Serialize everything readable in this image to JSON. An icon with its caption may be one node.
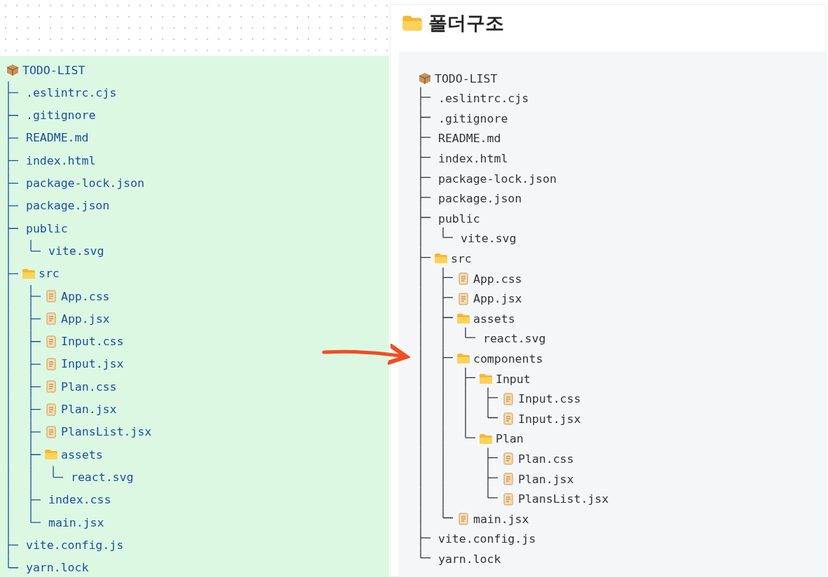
{
  "diagram": {
    "nodes": [
      {
        "text": [
          "TODO-LIST",
          ".eslintrc.cjs",
          ".gitignore",
          "README.md",
          "index.html",
          "package-lock.json",
          "package.json",
          "public",
          "vite.svg",
          "src",
          "App.css",
          "App.jsx",
          "Input.css",
          "Input.jsx",
          "Plan.css",
          "Plan.jsx",
          "PlansList.jsx",
          "assets",
          "react.svg",
          "index.css",
          "main.jsx",
          "vite.config.js",
          "yarn.lock"
        ]
      },
      {
        "text": [
          "폴더구조",
          "TODO-LIST",
          ".eslintrc.cjs",
          ".gitignore",
          "README.md",
          "index.html",
          "package-lock.json",
          "package.json",
          "public",
          "vite.svg",
          "src",
          "App.css",
          "App.jsx",
          "assets",
          "react.svg",
          "components",
          "Input",
          "Input.css",
          "Input.jsx",
          "Plan",
          "Plan.css",
          "Plan.jsx",
          "PlansList.jsx",
          "main.jsx",
          "vite.config.js",
          "yarn.lock"
        ]
      }
    ],
    "edges": [
      {
        "from": 0,
        "to": 1,
        "arrow": "to",
        "color": "#f04e23"
      }
    ]
  }
}
